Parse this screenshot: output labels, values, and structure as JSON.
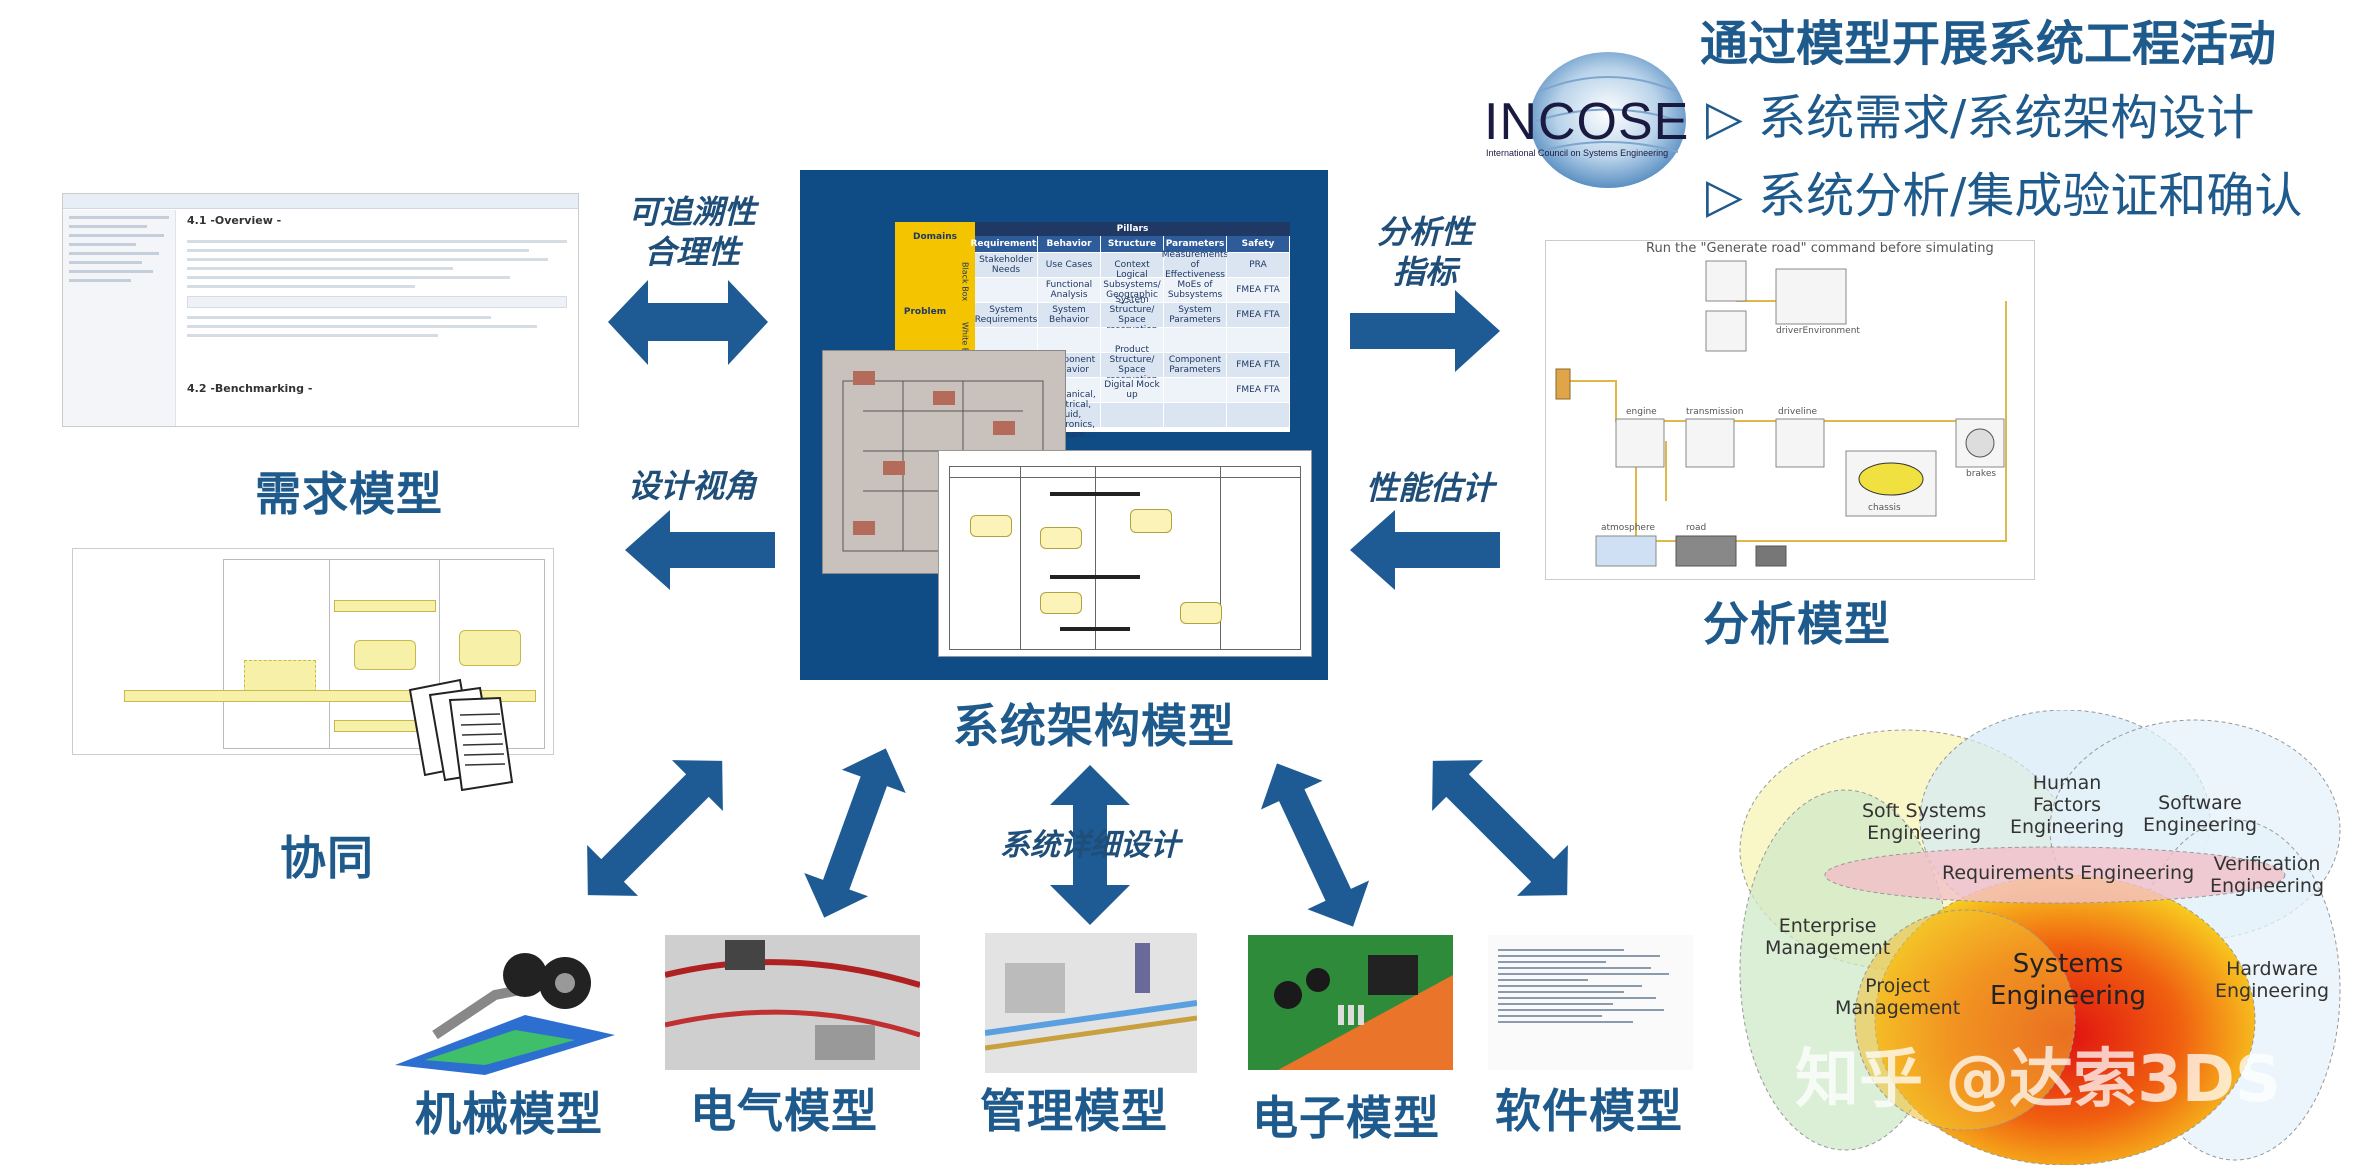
{
  "header": {
    "title": "通过模型开展系统工程活动",
    "bullets": [
      "▷ 系统需求/系统架构设计",
      "▷ 系统分析/集成验证和确认"
    ]
  },
  "incose": {
    "name": "INCOSE",
    "subtitle": "International Council on Systems Engineering"
  },
  "models": {
    "requirements": "需求模型",
    "collaboration": "协同",
    "architecture": "系统架构模型",
    "analysis": "分析模型",
    "mechanical": "机械模型",
    "electrical": "电气模型",
    "management": "管理模型",
    "electronic": "电子模型",
    "software": "软件模型"
  },
  "arrow_labels": {
    "traceability": "可追溯性\n合理性",
    "design_view": "设计视角",
    "analysis_metric": "分析性\n指标",
    "performance": "性能估计",
    "detail_design": "系统详细设计"
  },
  "requirements_thumb": {
    "heading1": "4.1 -Overview -",
    "heading2": "4.2 -Benchmarking -"
  },
  "pillars_table": {
    "top_header": "Pillars",
    "domains": "Domains",
    "problem": "Problem",
    "black_box": "Black Box",
    "white_box": "White Box",
    "columns": [
      "Requirements",
      "Behavior",
      "Structure",
      "Parameters",
      "Safety"
    ],
    "rows": [
      [
        "Stakeholder Needs",
        "Use Cases",
        "Context",
        "Measurements of Effectiveness",
        "PRA"
      ],
      [
        "",
        "Functional Analysis",
        "Logical Subsystems/ Geographic zones",
        "MoEs of Subsystems",
        "FMEA FTA"
      ],
      [
        "System Requirements",
        "System Behavior",
        "System Structure/ Space reservation",
        "System Parameters",
        "FMEA FTA"
      ],
      [
        "",
        "",
        "",
        "",
        ""
      ],
      [
        "",
        "Component Behavior",
        "Product Structure/ Space reservation",
        "Component Parameters",
        "FMEA FTA"
      ],
      [
        "",
        "",
        "Digital Mock up",
        "",
        "FMEA FTA"
      ],
      [
        "",
        "Mechanical, Electrical, Fluid, Electronics, Software...",
        "",
        "",
        ""
      ]
    ]
  },
  "analysis_thumb": {
    "caption": "Run the \"Generate road\" command before simulating",
    "blocks": [
      "driverEnvironment",
      "engine",
      "transmission",
      "driveline",
      "chassis",
      "brakes",
      "atmosphere",
      "road"
    ]
  },
  "venn": {
    "labels": {
      "soft": "Soft Systems\nEngineering",
      "human": "Human\nFactors\nEngineering",
      "software": "Software\nEngineering",
      "requirements": "Requirements Engineering",
      "verification": "Verification\nEngineering",
      "enterprise": "Enterprise\nManagement",
      "project": "Project\nManagement",
      "systems": "Systems\nEngineering",
      "hardware": "Hardware\nEngineering"
    }
  },
  "watermark": "知乎 @达索3DS",
  "colors": {
    "primary_blue": "#1f5a8c",
    "arrow_blue": "#1e5a94",
    "panel_blue": "#0f4c85",
    "table_yellow": "#f5c400"
  }
}
